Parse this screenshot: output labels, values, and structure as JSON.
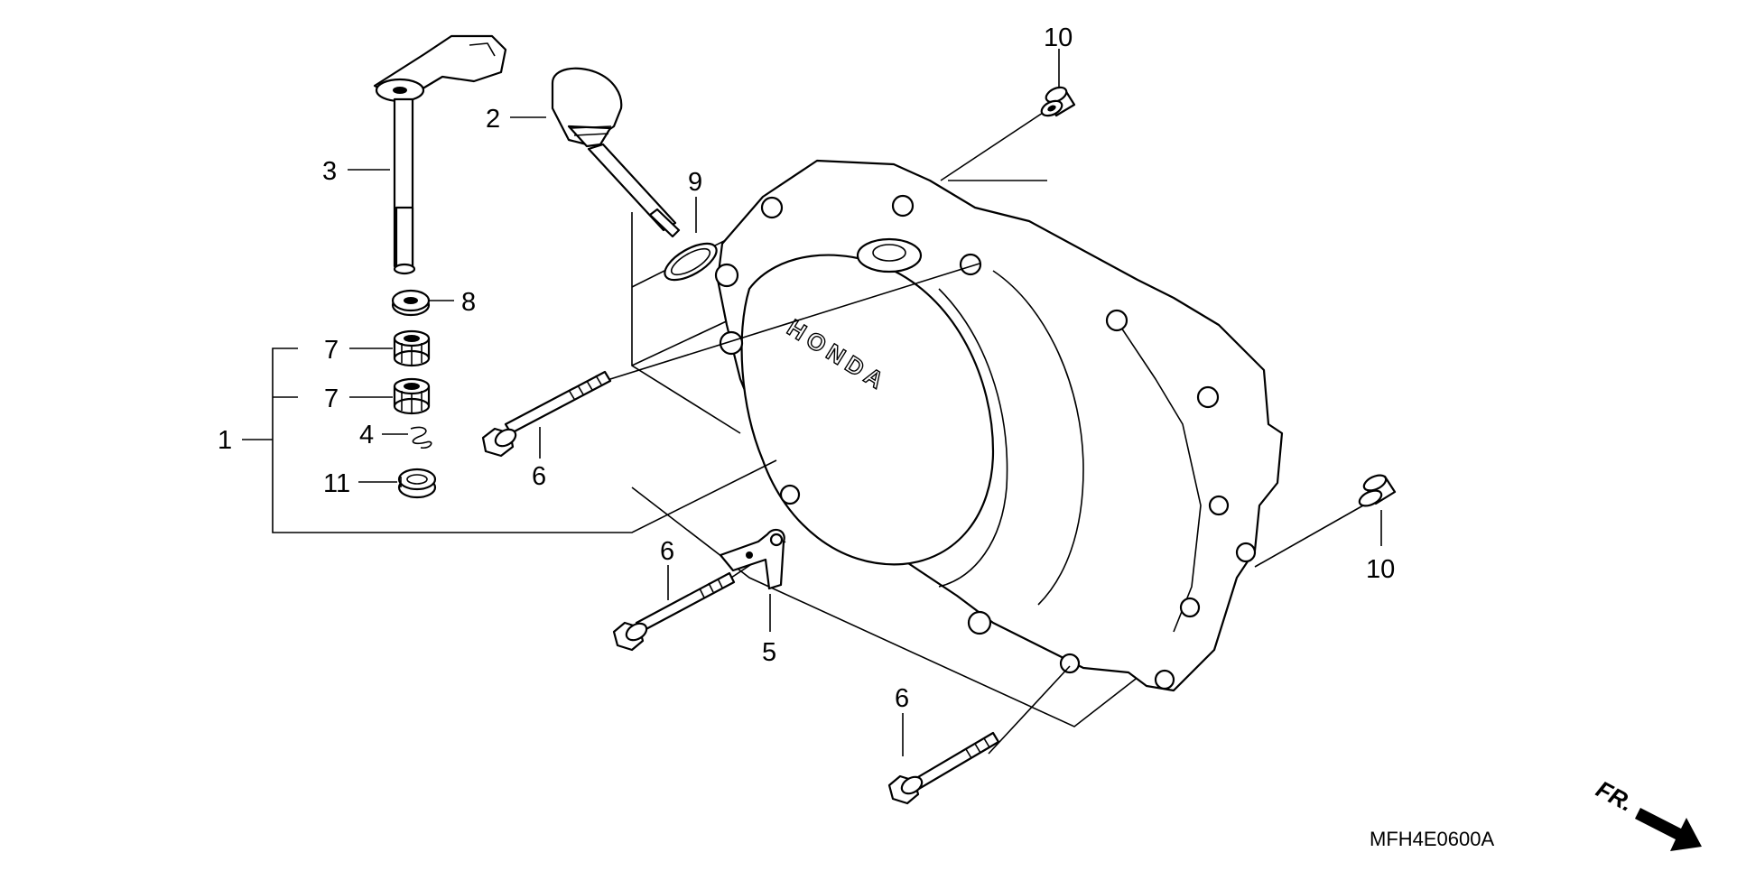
{
  "diagram": {
    "callouts": {
      "c1": "1",
      "c2": "2",
      "c3": "3",
      "c4": "4",
      "c5": "5",
      "c6a": "6",
      "c6b": "6",
      "c6c": "6",
      "c7a": "7",
      "c7b": "7",
      "c8": "8",
      "c9": "9",
      "c10a": "10",
      "c10b": "10",
      "c11": "11"
    },
    "diagram_code": "MFH4E0600A",
    "front_indicator": "FR.",
    "cover_logo": "HONDA"
  }
}
